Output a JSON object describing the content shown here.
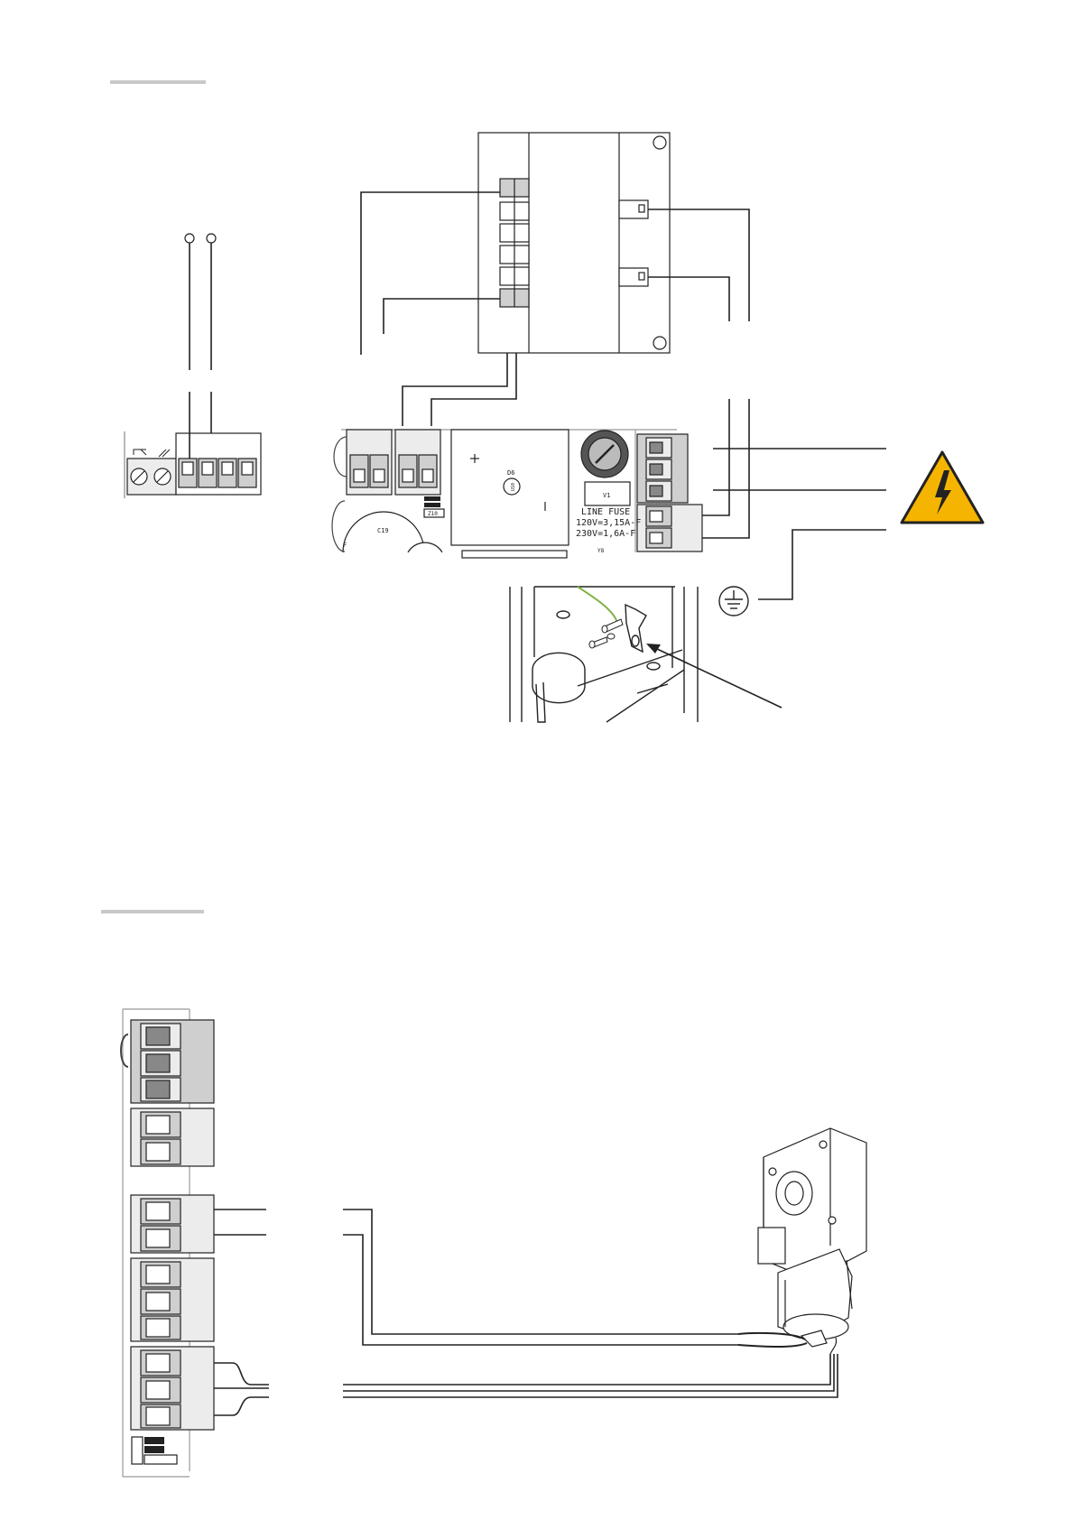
{
  "board": {
    "capacitor_c19": "C19",
    "chip_d6": "D6",
    "chip_ring": "U10",
    "fuse_box": "V1",
    "fuse_title": "LINE FUSE",
    "fuse_120": "120V=3,15A-F",
    "fuse_230": "230V=1,6A-F",
    "y8": "Y8",
    "z10": "Z10",
    "f_mark": "F"
  },
  "colors": {
    "warning_fill": "#f5b400",
    "earth_wire": "#7cb342",
    "terminal_dark": "#cfcfcf",
    "terminal_light": "#ececec"
  },
  "icons": [
    "electrical-hazard-icon",
    "earth-ground-icon",
    "screw-icon",
    "motor-gearbox-icon"
  ]
}
